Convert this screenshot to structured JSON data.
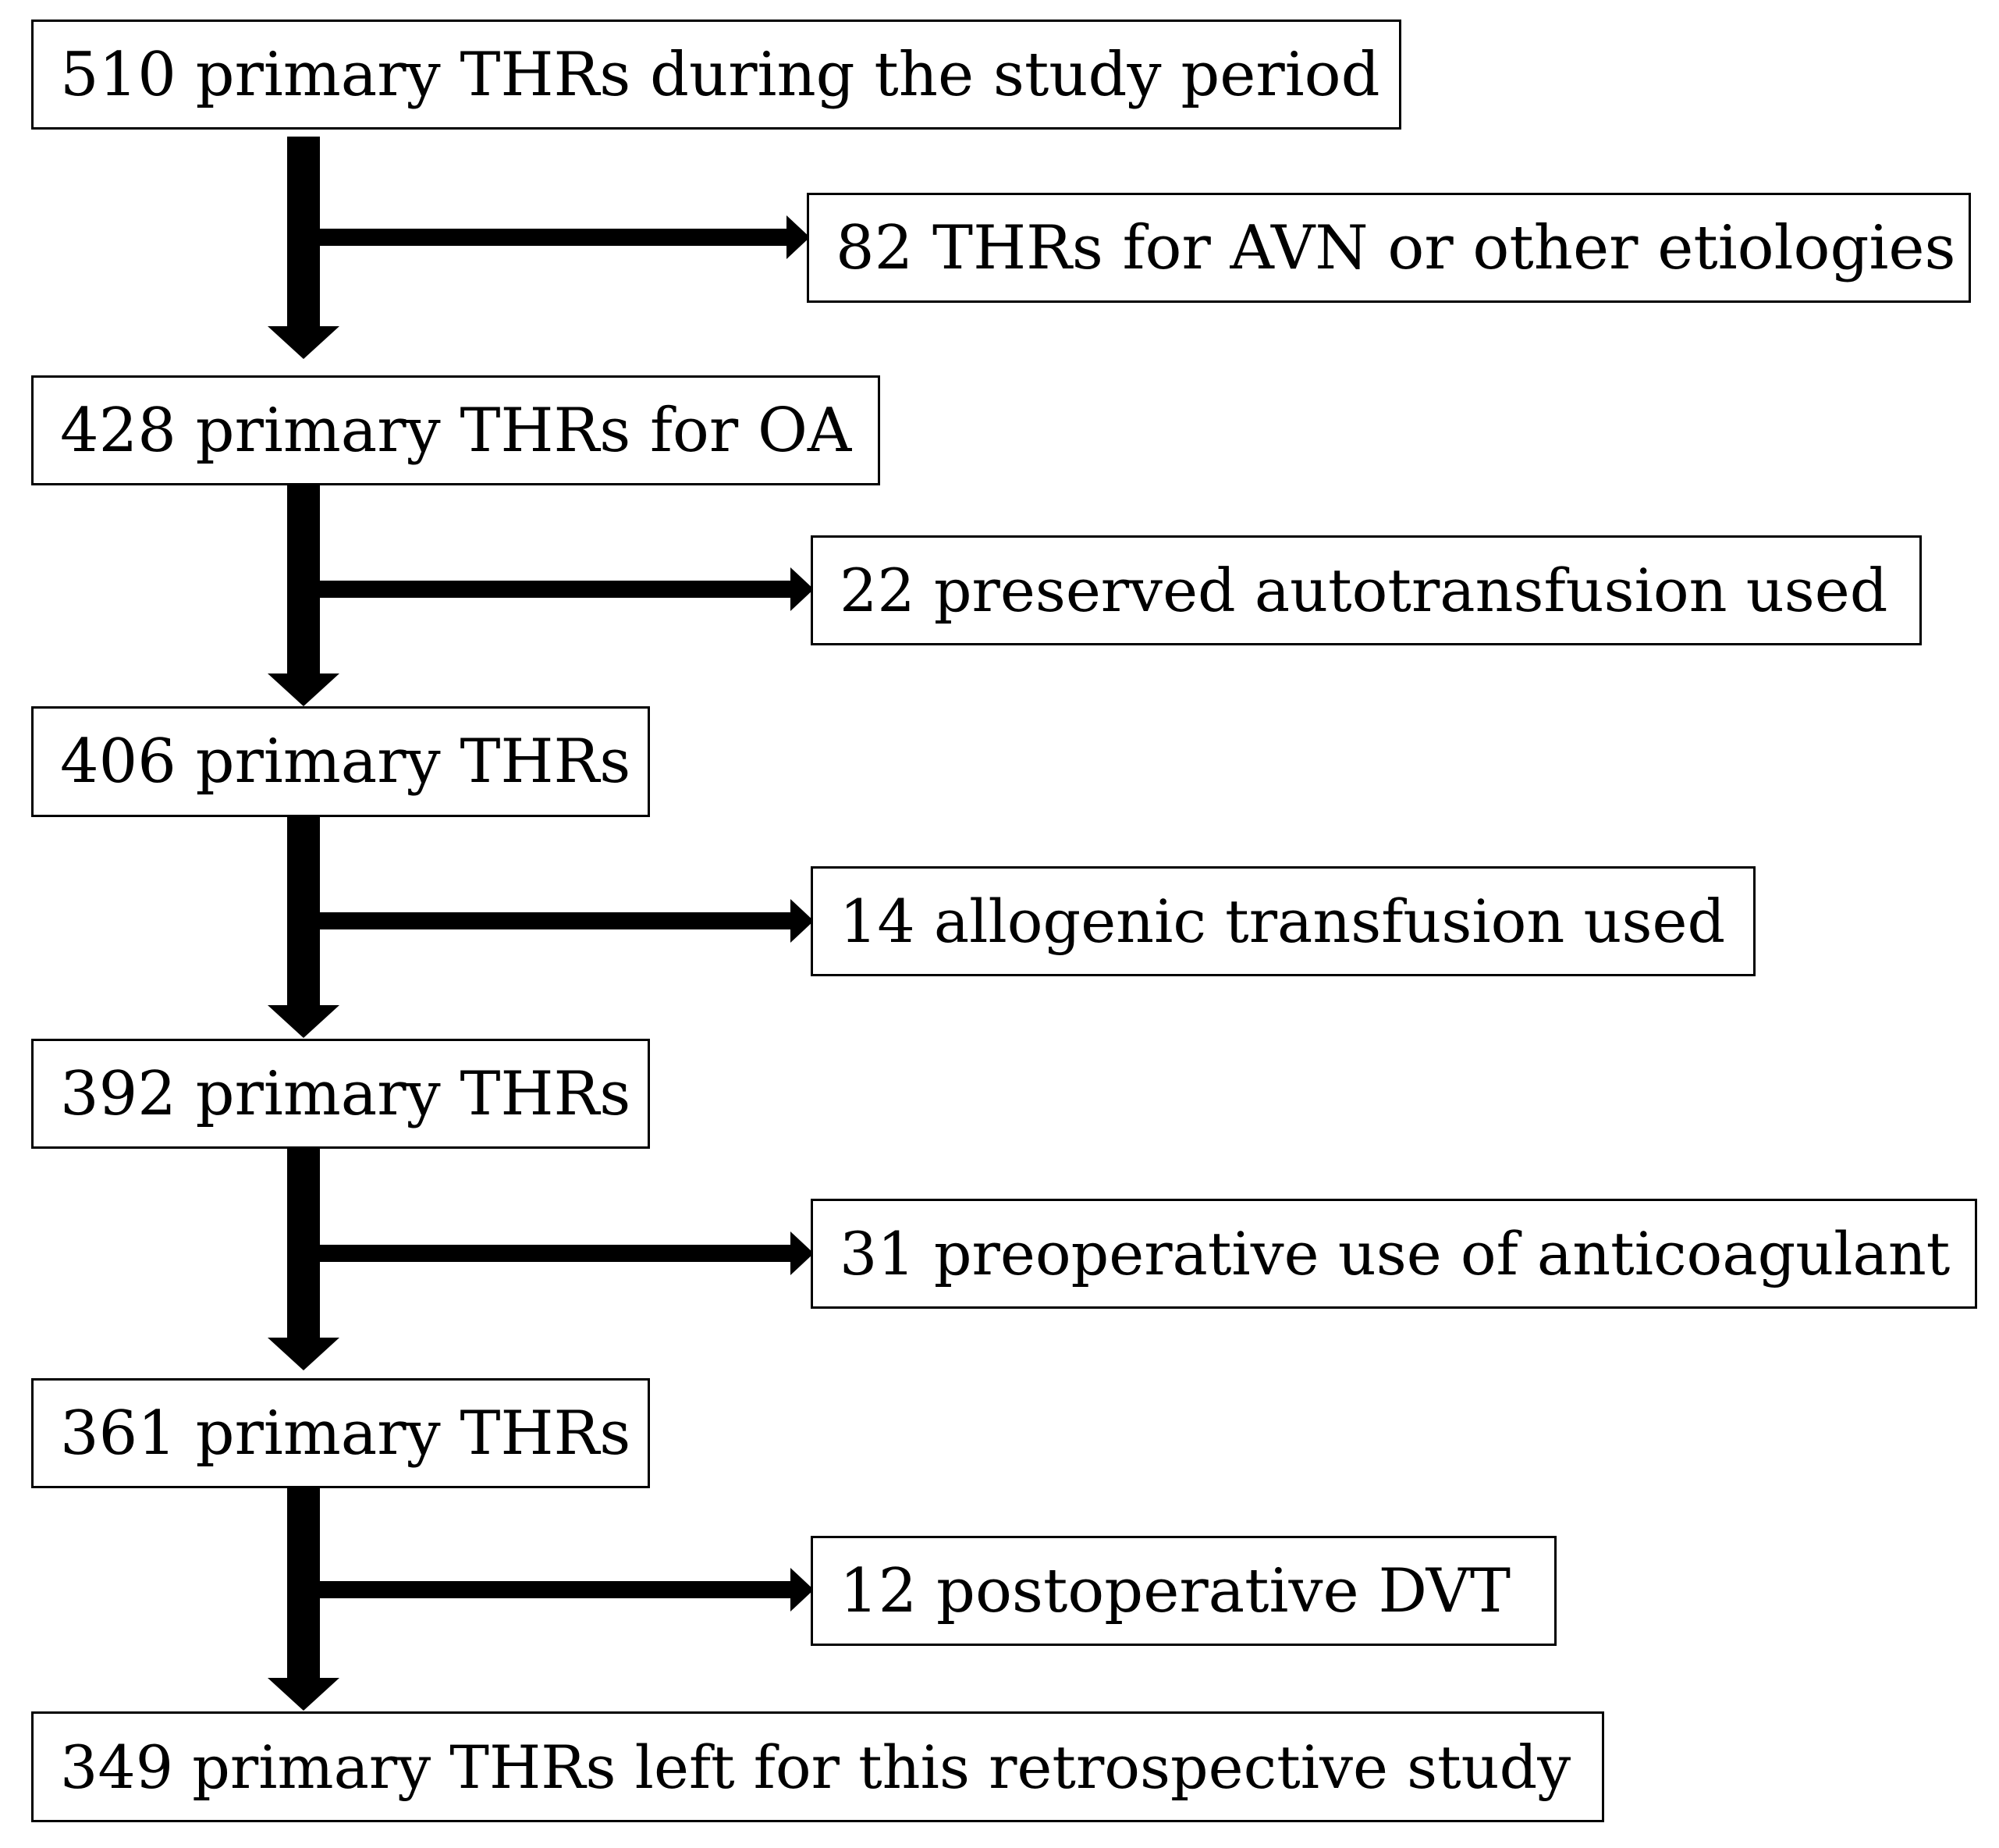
{
  "main_steps": [
    {
      "label": "510 primary THRs during the study period"
    },
    {
      "label": "428 primary THRs for OA"
    },
    {
      "label": "406 primary THRs"
    },
    {
      "label": "392 primary THRs"
    },
    {
      "label": "361 primary THRs"
    },
    {
      "label": "349 primary THRs left for this retrospective study"
    }
  ],
  "exclusions": [
    {
      "label": "82 THRs for AVN or other etiologies"
    },
    {
      "label": "22 preserved autotransfusion used"
    },
    {
      "label": "14 allogenic transfusion used"
    },
    {
      "label": "31 preoperative use of anticoagulant"
    },
    {
      "label": "12 postoperative DVT"
    }
  ],
  "colors": {
    "stroke": "#000000",
    "background": "#ffffff"
  }
}
